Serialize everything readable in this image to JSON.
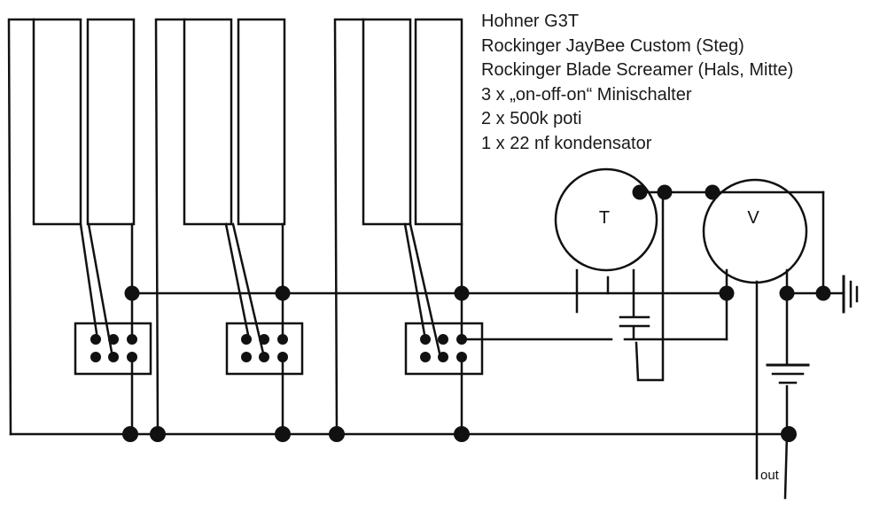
{
  "diagram": {
    "notes": [
      "Hohner G3T",
      "Rockinger JayBee Custom (Steg)",
      "Rockinger Blade Screamer (Hals, Mitte)",
      "3 x „on-off-on“ Minischalter",
      "2 x 500k poti",
      "1 x 22 nf kondensator"
    ],
    "tone_pot_label": "T",
    "volume_pot_label": "V",
    "output_label": "out",
    "colors": {
      "line": "#111111",
      "fill": "#ffffff",
      "text": "#1a1a1a"
    }
  }
}
